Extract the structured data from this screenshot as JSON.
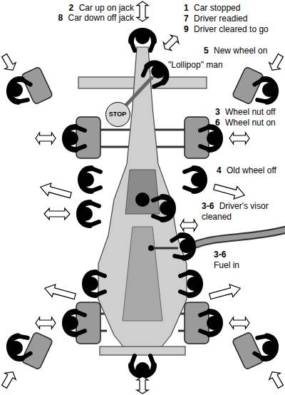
{
  "diagram": {
    "nodes": [
      {
        "text": [
          "STOP"
        ]
      }
    ],
    "labels": [
      "2",
      "Car up on jack",
      "8",
      "Car down off jack",
      "1",
      "Car stopped",
      "7",
      "Driver readied",
      "9",
      "Driver cleared to go",
      "\"Lollipop\" man",
      "5",
      "New wheel on",
      "3",
      "Wheel nut off",
      "6",
      "Wheel nut on",
      "4",
      "Old wheel off",
      "3-6",
      "Driver's visor cleaned",
      "3-6",
      "Fuel in"
    ]
  }
}
